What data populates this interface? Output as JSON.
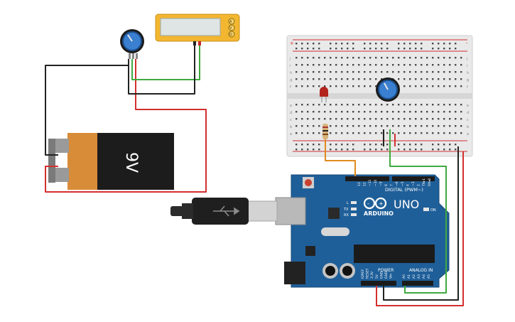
{
  "battery": {
    "label": "9V"
  },
  "arduino": {
    "brand": "ARDUINO",
    "model": "UNO",
    "digital_label": "DIGITAL (PWM~)",
    "power_label": "POWER",
    "analog_label": "ANALOG IN",
    "on_label": "ON",
    "led_labels": [
      "L",
      "TX",
      "RX"
    ],
    "aref_label": "AREF",
    "gnd_label": "GND",
    "digital_pins": [
      "13",
      "12",
      "~11",
      "~10",
      "~9",
      "8",
      "7",
      "~6",
      "~5",
      "4",
      "~3",
      "2",
      "TX▸1",
      "RX◂0"
    ],
    "power_pins": [
      "IOREF",
      "RESET",
      "3.3V",
      "5V",
      "GND",
      "GND",
      "Vin"
    ],
    "analog_pins": [
      "A0",
      "A1",
      "A2",
      "A3",
      "A4",
      "A5"
    ]
  },
  "breadboard": {
    "row_letters_top": [
      "j",
      "i",
      "h",
      "g",
      "f"
    ],
    "row_letters_bottom": [
      "e",
      "d",
      "c",
      "b",
      "a"
    ],
    "power_plus": "+",
    "power_minus": "-"
  },
  "multimeter": {
    "buttons": [
      "A",
      "V",
      "Ω"
    ]
  },
  "colors": {
    "wire_red": "#d32f2f",
    "wire_black": "#222222",
    "wire_green": "#3faa3f",
    "wire_orange": "#e08a1e",
    "arduino_blue": "#1f5f99",
    "battery_orange": "#d98c38",
    "battery_black": "#1c1c1c",
    "multimeter_yellow": "#f2b630",
    "breadboard": "#e9e9e9"
  }
}
